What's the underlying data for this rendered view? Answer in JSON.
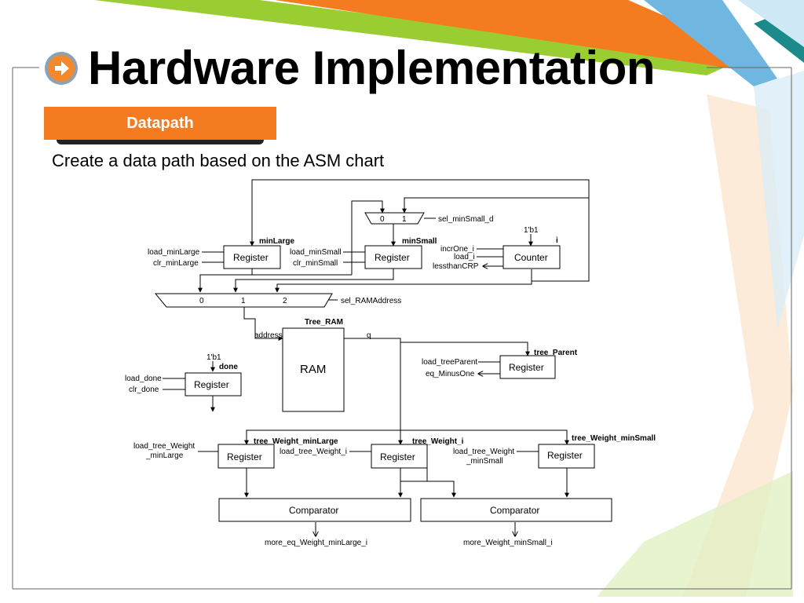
{
  "slide": {
    "title": "Hardware Implementation",
    "section_tab": "Datapath",
    "subtitle": "Create a data path based on the ASM chart"
  },
  "icons": {
    "bullet": "arrow-right-circle-icon"
  },
  "colors": {
    "accent_orange": "#f47b20",
    "accent_green": "#9acd32",
    "accent_blue": "#6fb7e0",
    "accent_teal": "#1a8a8a"
  },
  "diagram": {
    "mux_min_small": {
      "in0": "0",
      "in1": "1",
      "sel": "sel_minSmall_d"
    },
    "reg_min_large": {
      "label": "Register",
      "out_name": "minLarge",
      "load": "load_minLarge",
      "clr": "clr_minLarge"
    },
    "reg_min_small": {
      "label": "Register",
      "out_name": "minSmall",
      "load": "load_minSmall",
      "clr": "clr_minSmall"
    },
    "counter_i": {
      "label": "Counter",
      "out_name": "i",
      "const_in": "1'b1",
      "incr": "incrOne_i",
      "load": "load_i",
      "flag": "lessthanCRP"
    },
    "mux_ram_address": {
      "in0": "0",
      "in1": "1",
      "in2": "2",
      "sel": "sel_RAMAddress"
    },
    "ram": {
      "name": "Tree_RAM",
      "label": "RAM",
      "address": "address",
      "q": "q"
    },
    "reg_tree_parent": {
      "label": "Register",
      "out_name": "tree_Parent",
      "load": "load_treeParent",
      "flag": "eq_MinusOne"
    },
    "reg_done": {
      "label": "Register",
      "out_name": "done",
      "const_in": "1'b1",
      "load": "load_done",
      "clr": "clr_done"
    },
    "reg_tw_min_large": {
      "label": "Register",
      "out_name": "tree_Weight_minLarge",
      "load_line1": "load_tree_Weight",
      "load_line2": "_minLarge"
    },
    "reg_tw_i": {
      "label": "Register",
      "out_name": "tree_Weight_i",
      "load": "load_tree_Weight_i"
    },
    "reg_tw_min_small": {
      "label": "Register",
      "out_name": "tree_Weight_minSmall",
      "load_line1": "load_tree_Weight",
      "load_line2": "_minSmall"
    },
    "comparator_left": {
      "label": "Comparator",
      "out": "more_eq_Weight_minLarge_i"
    },
    "comparator_right": {
      "label": "Comparator",
      "out": "more_Weight_minSmall_i"
    }
  }
}
